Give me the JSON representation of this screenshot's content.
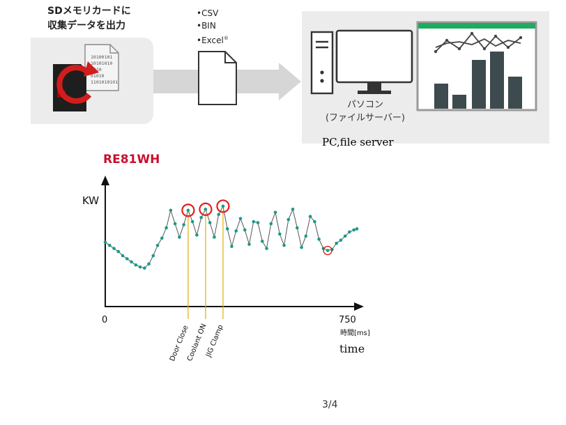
{
  "diagram": {
    "sd_title": "SDメモリカードに\n収集データを出力",
    "file_types": [
      "CSV",
      "BIN",
      "Excel"
    ],
    "excel_mark": "®",
    "bin_digits": [
      "10100101",
      "10101010",
      "1010",
      "01010",
      "1101010101"
    ],
    "pc_label_line1": "パソコン",
    "pc_label_line2": "(ファイルサーバー)",
    "pc_caption": "PC,file server"
  },
  "chart_data": {
    "type": "line",
    "title": "RE81WH",
    "ylabel": "KW",
    "xlabel": "time",
    "x_ticks": [
      "0",
      "750"
    ],
    "x_unit": "時間[ms]",
    "xlim": [
      0,
      750
    ],
    "ylim": [
      0,
      100
    ],
    "series": [
      {
        "x": [
          0,
          13,
          26,
          39,
          52,
          65,
          78,
          91,
          104,
          117,
          130,
          143,
          156,
          169,
          182,
          195,
          208,
          221,
          234,
          247,
          260,
          273,
          286,
          299,
          312,
          325,
          338,
          351,
          364,
          377,
          390,
          403,
          416,
          429,
          442,
          455,
          468,
          481,
          494,
          507,
          520,
          533,
          546,
          559,
          572,
          585,
          598,
          611,
          624,
          637,
          650,
          663,
          676,
          689,
          702,
          715,
          728,
          741,
          750
        ],
        "y": [
          61,
          58,
          55,
          52,
          48,
          45,
          42,
          39,
          37,
          36,
          40,
          48,
          58,
          65,
          75,
          92,
          79,
          66,
          78,
          92,
          81,
          68,
          85,
          93,
          80,
          66,
          88,
          96,
          74,
          57,
          72,
          84,
          73,
          59,
          81,
          80,
          62,
          55,
          79,
          90,
          69,
          58,
          83,
          93,
          75,
          56,
          67,
          86,
          81,
          64,
          55,
          53,
          54,
          60,
          63,
          67,
          71,
          73,
          74
        ]
      }
    ],
    "annotations": [
      {
        "label": "Door Close",
        "x": 247
      },
      {
        "label": "Coolant ON",
        "x": 299
      },
      {
        "label": "JIG Clamp",
        "x": 351
      }
    ],
    "highlight_low_x": 663,
    "colors": {
      "line": "#555555",
      "point": "#1a9a88",
      "highlight": "#e0201c",
      "event": "#e0b000"
    }
  },
  "page": {
    "number": "3/4"
  }
}
